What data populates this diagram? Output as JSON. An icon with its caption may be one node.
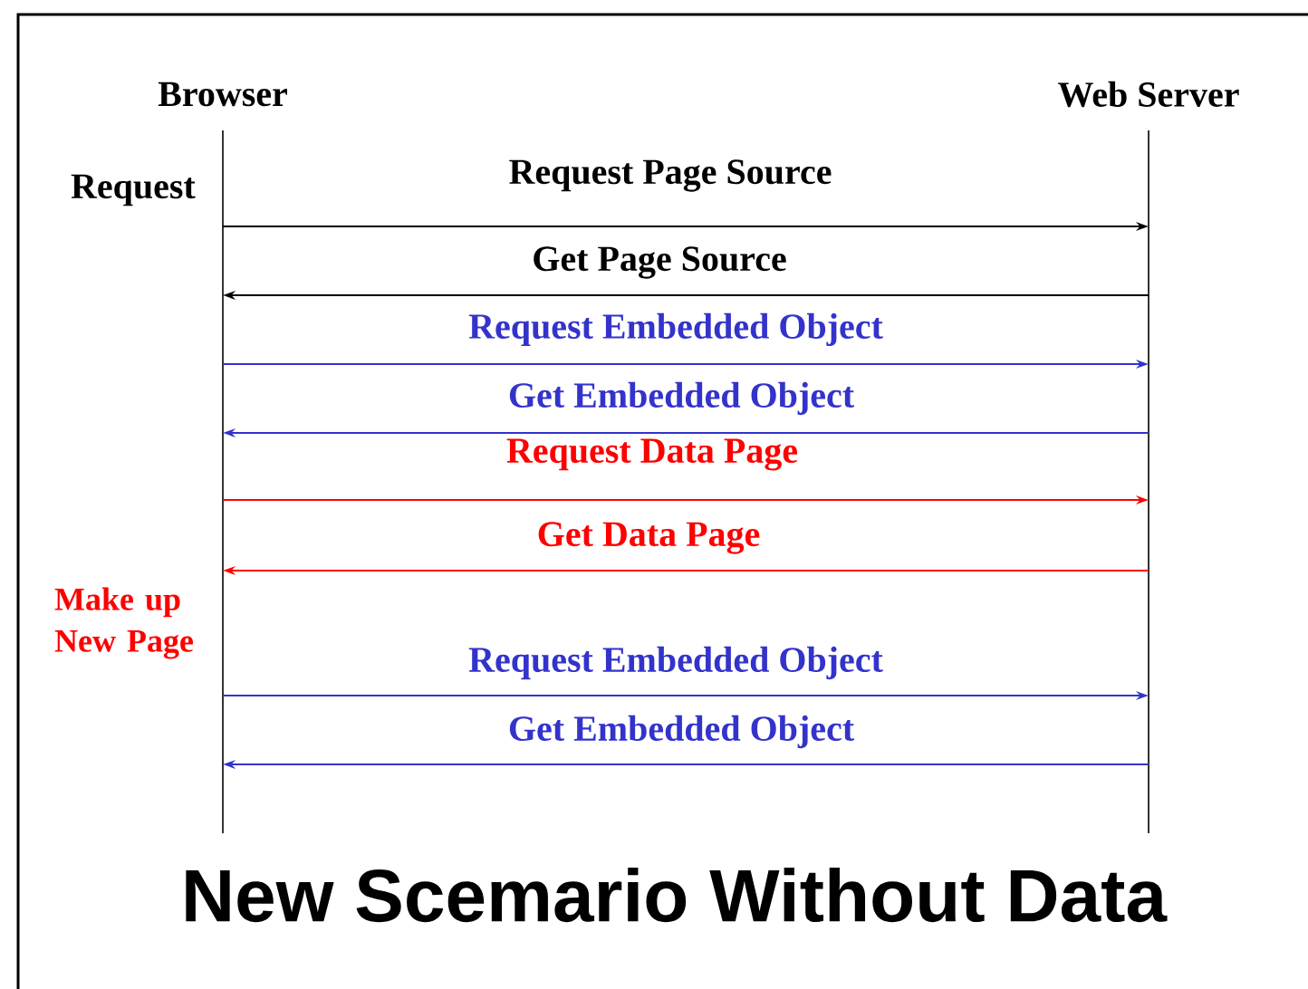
{
  "diagram": {
    "title": "New Scemario Without Data",
    "nodes": [
      {
        "text": [
          "Browser"
        ]
      },
      {
        "text": [
          "Web Server"
        ]
      }
    ],
    "edges": [
      {
        "from": 0,
        "to": 1,
        "arrow": "to",
        "label": "Request Page Source",
        "color": "#000000"
      },
      {
        "from": 1,
        "to": 0,
        "arrow": "to",
        "label": "Get Page Source",
        "color": "#000000"
      },
      {
        "from": 0,
        "to": 1,
        "arrow": "to",
        "label": "Request Embedded Object",
        "color": "#3333cc"
      },
      {
        "from": 1,
        "to": 0,
        "arrow": "to",
        "label": "Get Embedded Object",
        "color": "#3333cc"
      },
      {
        "from": 0,
        "to": 1,
        "arrow": "to",
        "label": "Request Data Page",
        "color": "#ff0000"
      },
      {
        "from": 1,
        "to": 0,
        "arrow": "to",
        "label": "Get Data Page",
        "color": "#ff0000"
      },
      {
        "from": 0,
        "to": 1,
        "arrow": "to",
        "label": "Request Embedded Object",
        "color": "#3333cc"
      },
      {
        "from": 1,
        "to": 0,
        "arrow": "to",
        "label": "Get Embedded Object",
        "color": "#3333cc"
      }
    ],
    "labels": [
      "Request",
      "Make up New Page"
    ]
  }
}
